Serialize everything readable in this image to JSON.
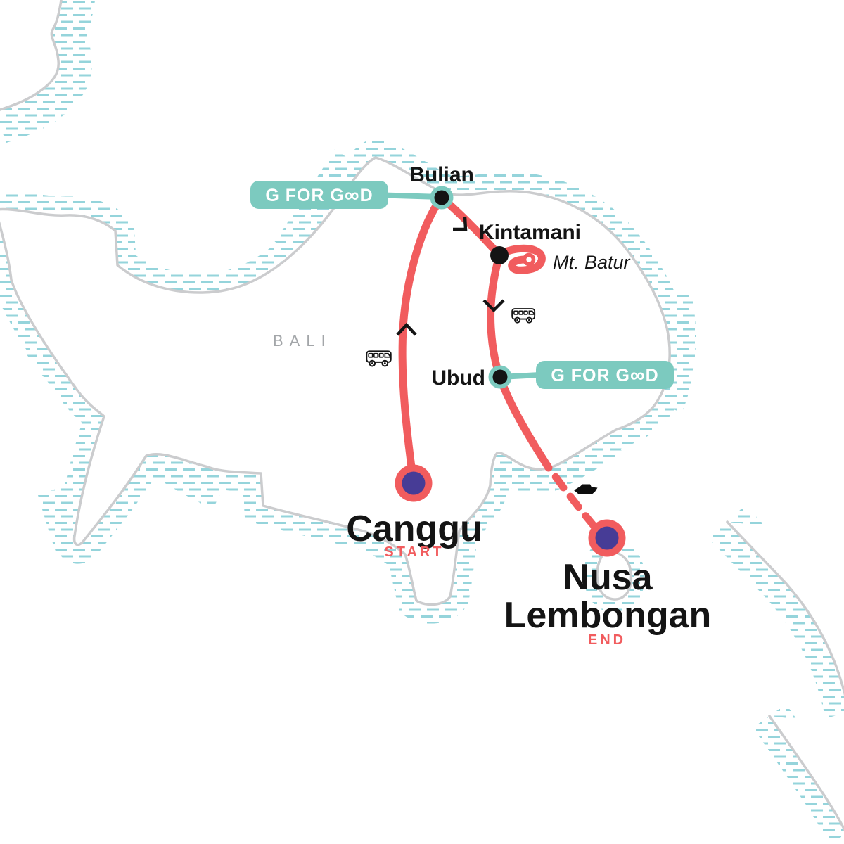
{
  "map": {
    "region": {
      "label": "BALI"
    },
    "badges": {
      "label_full": "G FOR GOOD",
      "label_pre": "G FOR G",
      "label_infinity": "∞",
      "label_post": "D",
      "count": 2
    },
    "stops": {
      "bulian": {
        "name": "Bulian"
      },
      "kintamani": {
        "name": "Kintamani"
      },
      "mt_batur": {
        "name": "Mt. Batur"
      },
      "ubud": {
        "name": "Ubud"
      },
      "canggu": {
        "name": "Canggu",
        "role_label": "START"
      },
      "nusa_lembongan": {
        "name_line1": "Nusa",
        "name_line2": "Lembongan",
        "role_label": "END"
      }
    },
    "route": {
      "order": [
        "Canggu",
        "Bulian",
        "Kintamani",
        "Mt. Batur",
        "Ubud",
        "Nusa Lembongan"
      ],
      "start": "Canggu",
      "end": "Nusa Lembongan",
      "ferry_segment": "Ubud area to Nusa Lembongan (dashed)"
    },
    "icons": [
      "bus-icon",
      "bus-icon",
      "boat-icon",
      "chevron-up-icon",
      "turn-arrow-icon",
      "chevron-down-icon"
    ],
    "colors": {
      "route_red": "#F15C5E",
      "badge_teal": "#7CCABF",
      "hatch_teal": "#95D4DB",
      "coast_gray": "#CBCCCE",
      "marker_purple": "#473C96",
      "ink_black": "#141414",
      "region_gray": "#A3A6A9"
    }
  }
}
